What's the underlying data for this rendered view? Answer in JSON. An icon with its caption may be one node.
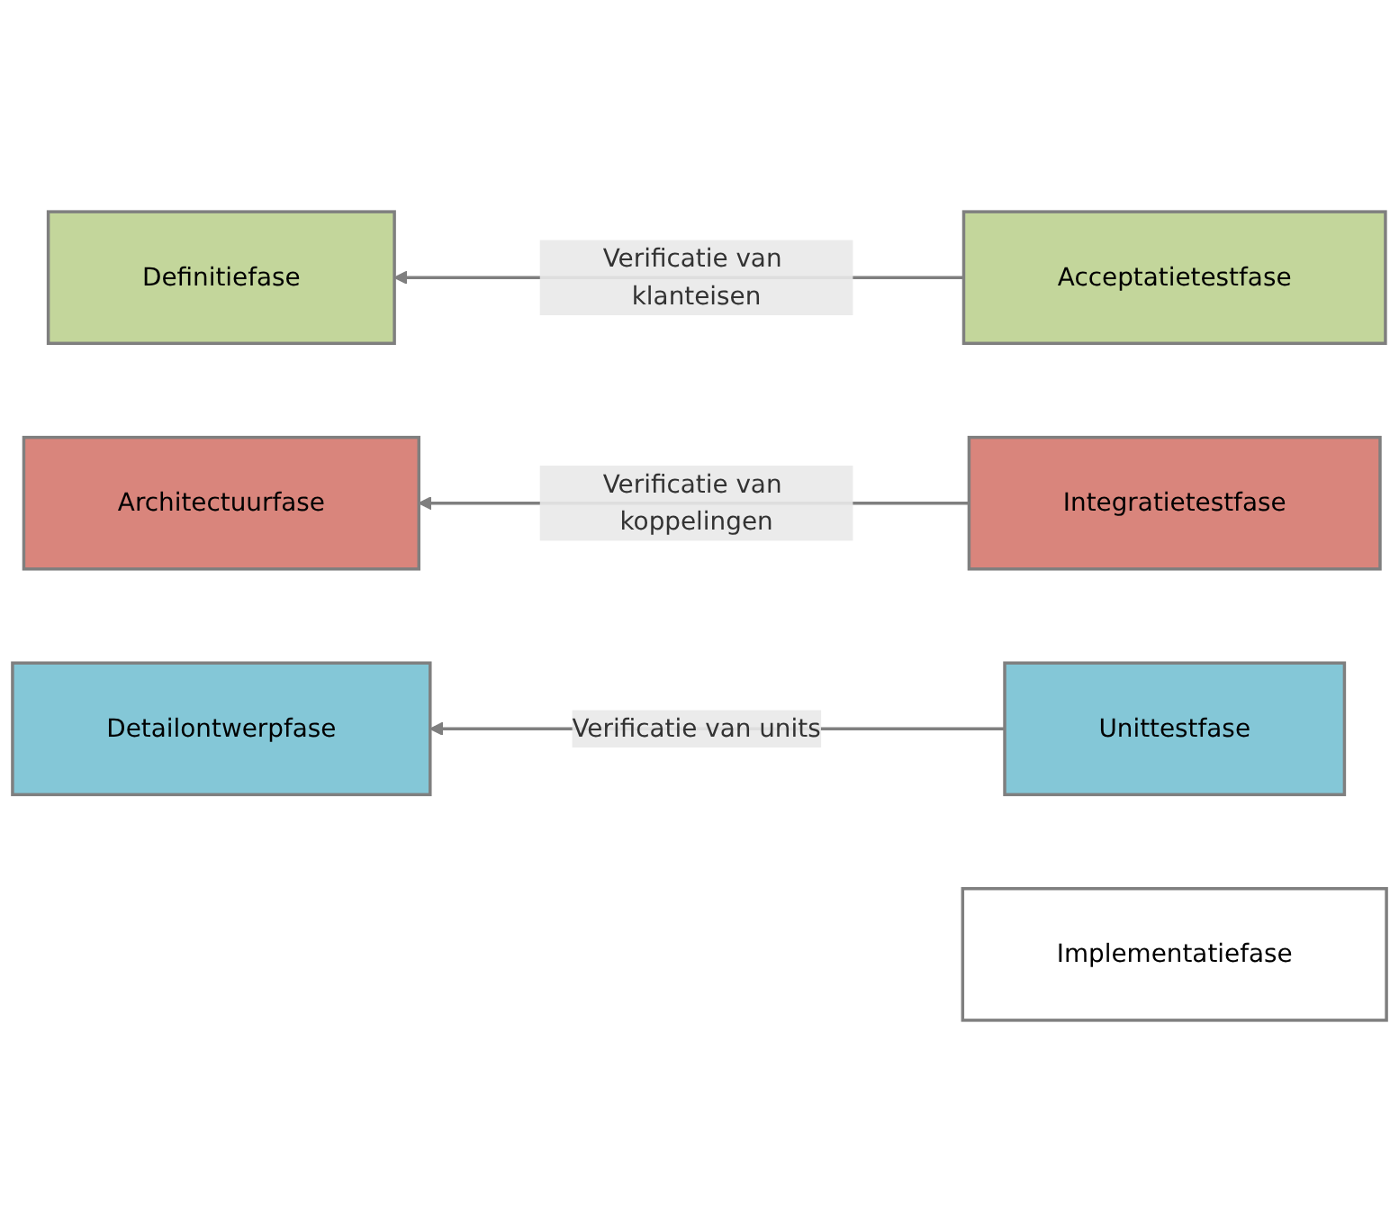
{
  "diagram": {
    "nodes": [
      {
        "text": [
          "Definitiefase"
        ]
      },
      {
        "text": [
          "Acceptatietestfase"
        ]
      },
      {
        "text": [
          "Architectuurfase"
        ]
      },
      {
        "text": [
          "Integratietestfase"
        ]
      },
      {
        "text": [
          "Detailontwerpfase"
        ]
      },
      {
        "text": [
          "Unittestfase"
        ]
      },
      {
        "text": [
          "Implementatiefase"
        ]
      }
    ],
    "edges": [
      {
        "from": 1,
        "to": 0,
        "arrow": "to",
        "label": "Verificatie van klanteisen"
      },
      {
        "from": 3,
        "to": 2,
        "arrow": "to",
        "label": "Verificatie van koppelingen"
      },
      {
        "from": 5,
        "to": 4,
        "arrow": "to",
        "label": "Verificatie van units"
      }
    ]
  }
}
